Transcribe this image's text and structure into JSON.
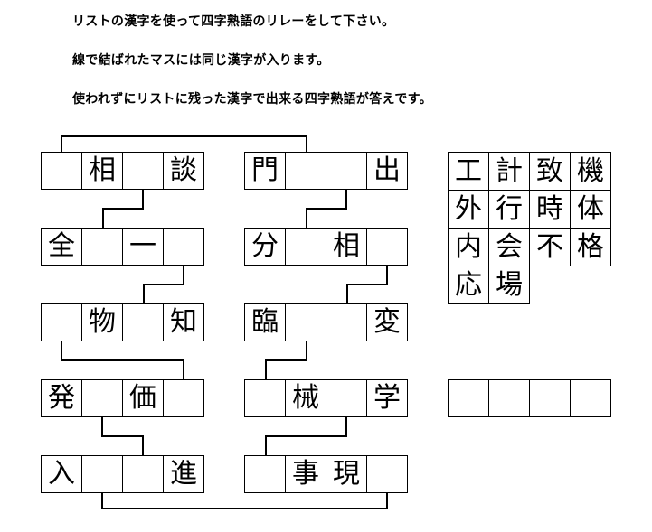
{
  "instructions": [
    "リストの漢字を使って四字熟語のリレーをして下さい。",
    "線で結ばれたマスには同じ漢字が入ります。",
    "使われずにリストに残った漢字で出来る四字熟語が答えです。"
  ],
  "left_column": [
    [
      "",
      "相",
      "",
      "談"
    ],
    [
      "全",
      "",
      "一",
      ""
    ],
    [
      "",
      "物",
      "",
      "知"
    ],
    [
      "発",
      "",
      "価",
      ""
    ],
    [
      "入",
      "",
      "",
      "進"
    ]
  ],
  "right_column": [
    [
      "門",
      "",
      "",
      "出"
    ],
    [
      "分",
      "",
      "相",
      ""
    ],
    [
      "臨",
      "",
      "",
      "変"
    ],
    [
      "",
      "械",
      "",
      "学"
    ],
    [
      "",
      "事",
      "現",
      ""
    ]
  ],
  "kanji_list": [
    "工",
    "計",
    "致",
    "機",
    "外",
    "行",
    "時",
    "体",
    "内",
    "会",
    "不",
    "格",
    "応",
    "場"
  ],
  "answer_cells": [
    "",
    "",
    "",
    ""
  ]
}
